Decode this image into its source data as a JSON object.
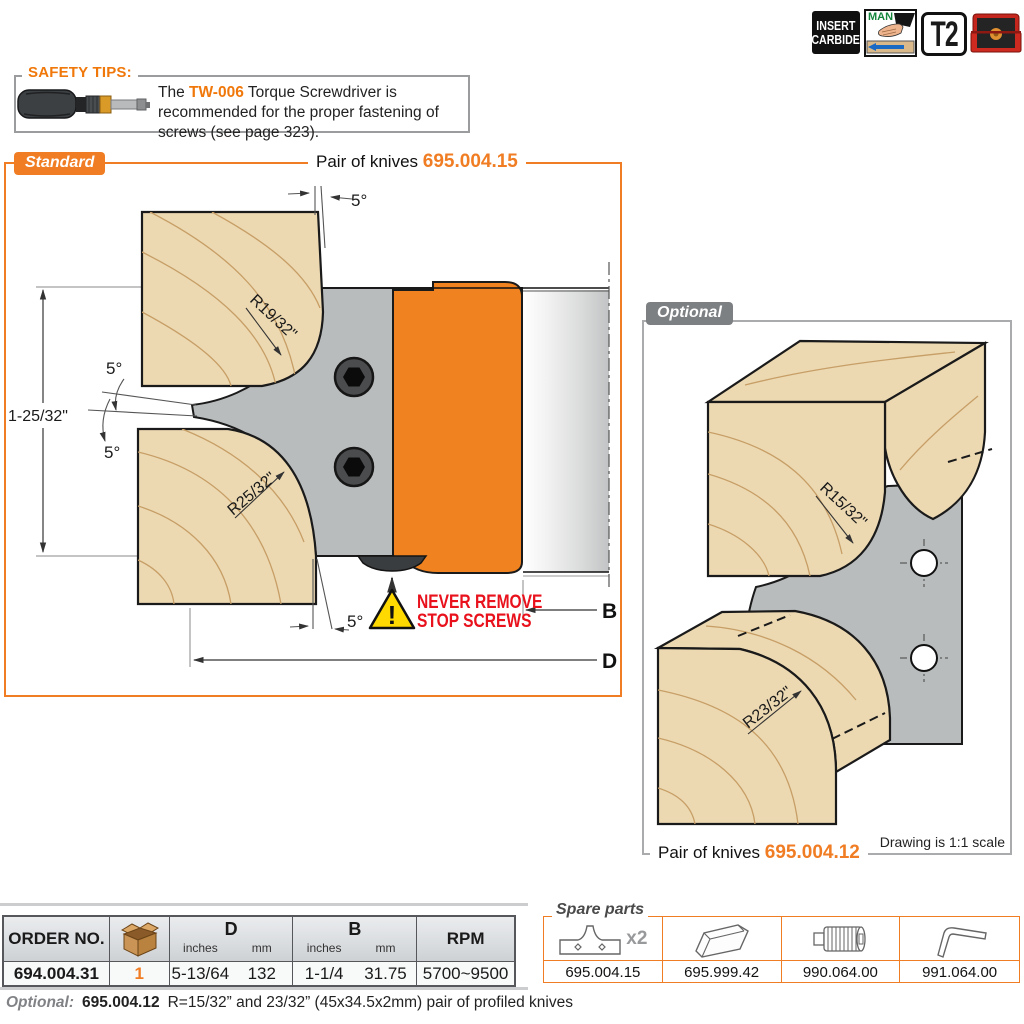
{
  "badges": {
    "insert_carbide_line1": "INSERT",
    "insert_carbide_line2": "CARBIDE",
    "man": "MAN",
    "t2": "T2"
  },
  "safety": {
    "title": "SAFETY TIPS:",
    "text_pre": "The ",
    "code": "TW-006",
    "text_post": " Torque Screwdriver is recommended",
    "text_line2": "for the proper fastening of screws (see page 323)."
  },
  "standard": {
    "badge": "Standard",
    "pair_label": "Pair of knives",
    "pair_code": "695.004.15",
    "angle": "5°",
    "height": "1-25/32\"",
    "radius_top": "R19/32\"",
    "radius_bottom": "R25/32\"",
    "dim_b": "B",
    "dim_d": "D",
    "warning_mark": "!",
    "warning_line1": "NEVER REMOVE",
    "warning_line2": "STOP SCREWS"
  },
  "optional": {
    "badge": "Optional",
    "pair_label": "Pair of knives",
    "pair_code": "695.004.12",
    "scale_note": "Drawing is 1:1 scale",
    "radius_top": "R15/32\"",
    "radius_bottom": "R23/32\""
  },
  "table": {
    "headers": {
      "order": "ORDER NO.",
      "d": "D",
      "b": "B",
      "rpm": "RPM",
      "inches": "inches",
      "mm": "mm"
    },
    "row": {
      "order": "694.004.31",
      "qty": "1",
      "d_inches": "5-13/64",
      "d_mm": "132",
      "b_inches": "1-1/4",
      "b_mm": "31.75",
      "rpm": "5700~9500"
    }
  },
  "spare_parts": {
    "title": "Spare parts",
    "items": [
      {
        "code": "695.004.15",
        "qty": "x2"
      },
      {
        "code": "695.999.42"
      },
      {
        "code": "990.064.00"
      },
      {
        "code": "991.064.00"
      }
    ]
  },
  "footnote": {
    "label": "Optional:",
    "code": "695.004.12",
    "text": "R=15/32” and 23/32” (45x34.5x2mm) pair of profiled knives"
  }
}
